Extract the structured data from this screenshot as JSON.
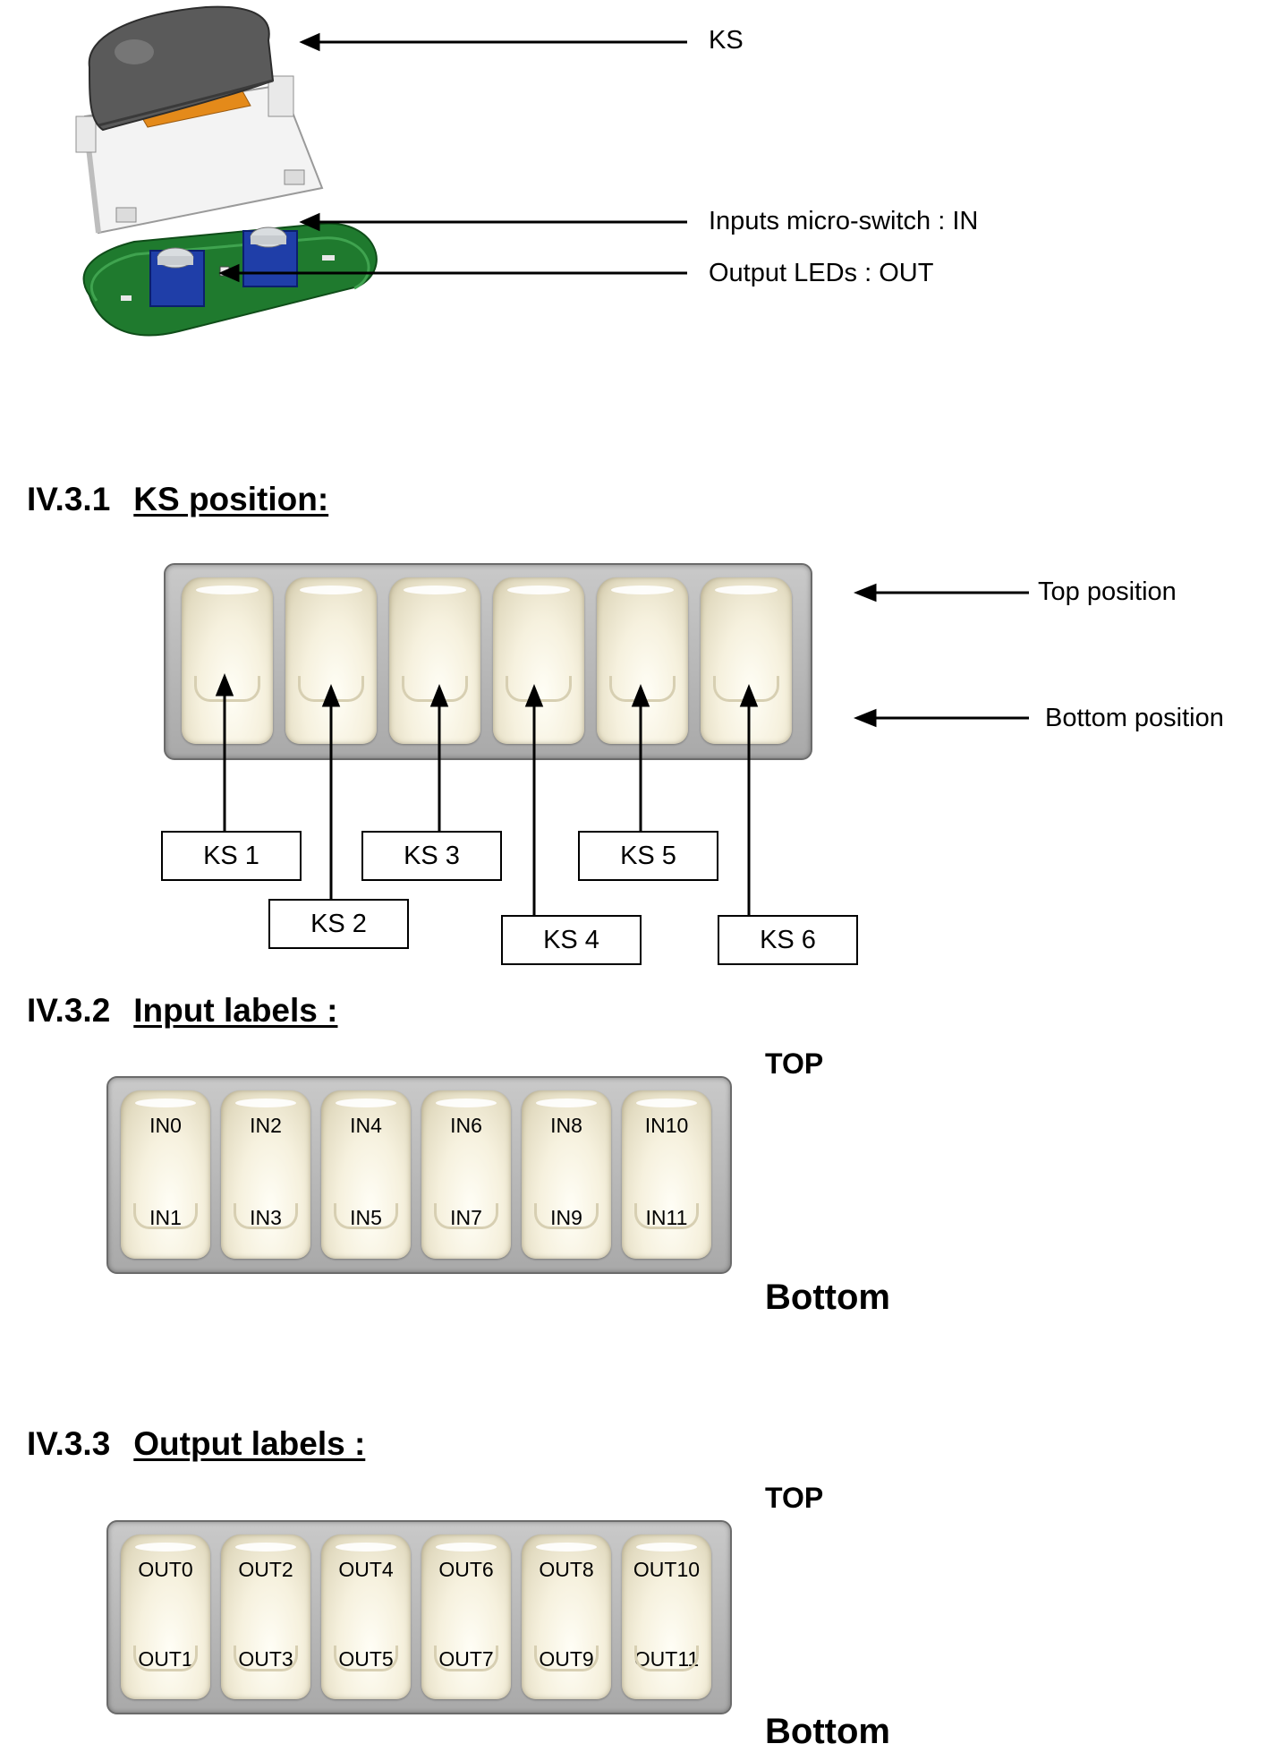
{
  "callouts": {
    "ks": "KS",
    "inputs": "Inputs micro-switch : IN",
    "outputs": "Output LEDs : OUT"
  },
  "sections": {
    "ks_position": {
      "number": "IV.3.1",
      "title": "KS position:"
    },
    "input_labels": {
      "number": "IV.3.2",
      "title": "Input labels :"
    },
    "output_labels": {
      "number": "IV.3.3",
      "title": "Output labels :"
    }
  },
  "position_labels": {
    "top": "Top position",
    "bottom": "Bottom position"
  },
  "ks_boxes": [
    "KS 1",
    "KS 2",
    "KS 3",
    "KS 4",
    "KS 5",
    "KS 6"
  ],
  "input_panel": {
    "side_top": "TOP",
    "side_bottom": "Bottom",
    "keys": [
      {
        "top": "IN0",
        "bottom": "IN1"
      },
      {
        "top": "IN2",
        "bottom": "IN3"
      },
      {
        "top": "IN4",
        "bottom": "IN5"
      },
      {
        "top": "IN6",
        "bottom": "IN7"
      },
      {
        "top": "IN8",
        "bottom": "IN9"
      },
      {
        "top": "IN10",
        "bottom": "IN11"
      }
    ]
  },
  "output_panel": {
    "side_top": "TOP",
    "side_bottom": "Bottom",
    "keys": [
      {
        "top": "OUT0",
        "bottom": "OUT1"
      },
      {
        "top": "OUT2",
        "bottom": "OUT3"
      },
      {
        "top": "OUT4",
        "bottom": "OUT5"
      },
      {
        "top": "OUT6",
        "bottom": "OUT7"
      },
      {
        "top": "OUT8",
        "bottom": "OUT9"
      },
      {
        "top": "OUT10",
        "bottom": "OUT11"
      }
    ]
  }
}
